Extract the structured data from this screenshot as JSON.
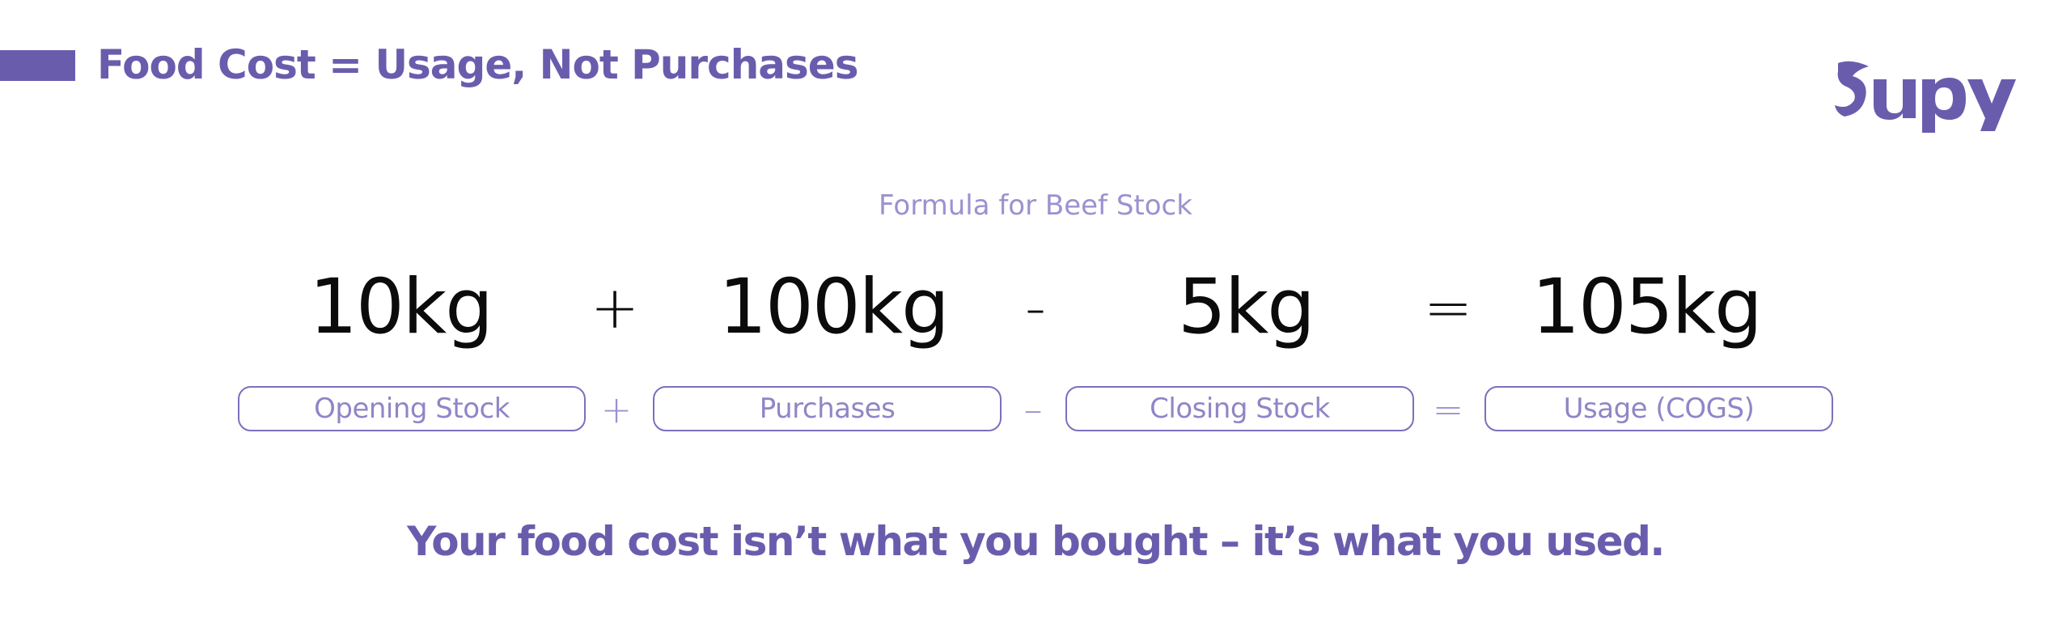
{
  "header": {
    "title": "Food Cost = Usage, Not Purchases",
    "accent_color": "#6a5cad"
  },
  "brand": {
    "logo_text": "Supy",
    "logo_icon": "supy-logo-icon",
    "color": "#6a5cad"
  },
  "formula": {
    "caption": "Formula for Beef Stock",
    "values": {
      "opening": "10kg",
      "purchases": "100kg",
      "closing": "5kg",
      "usage": "105kg"
    },
    "operators": {
      "plus": "+",
      "minus": "-",
      "equals": "="
    },
    "label_operators": {
      "plus": "+",
      "minus": "–",
      "equals": "="
    },
    "labels": {
      "opening": "Opening Stock",
      "purchases": "Purchases",
      "closing": "Closing Stock",
      "usage": "Usage (COGS)"
    }
  },
  "tagline": "Your food cost isn’t what you bought – it’s what you used."
}
